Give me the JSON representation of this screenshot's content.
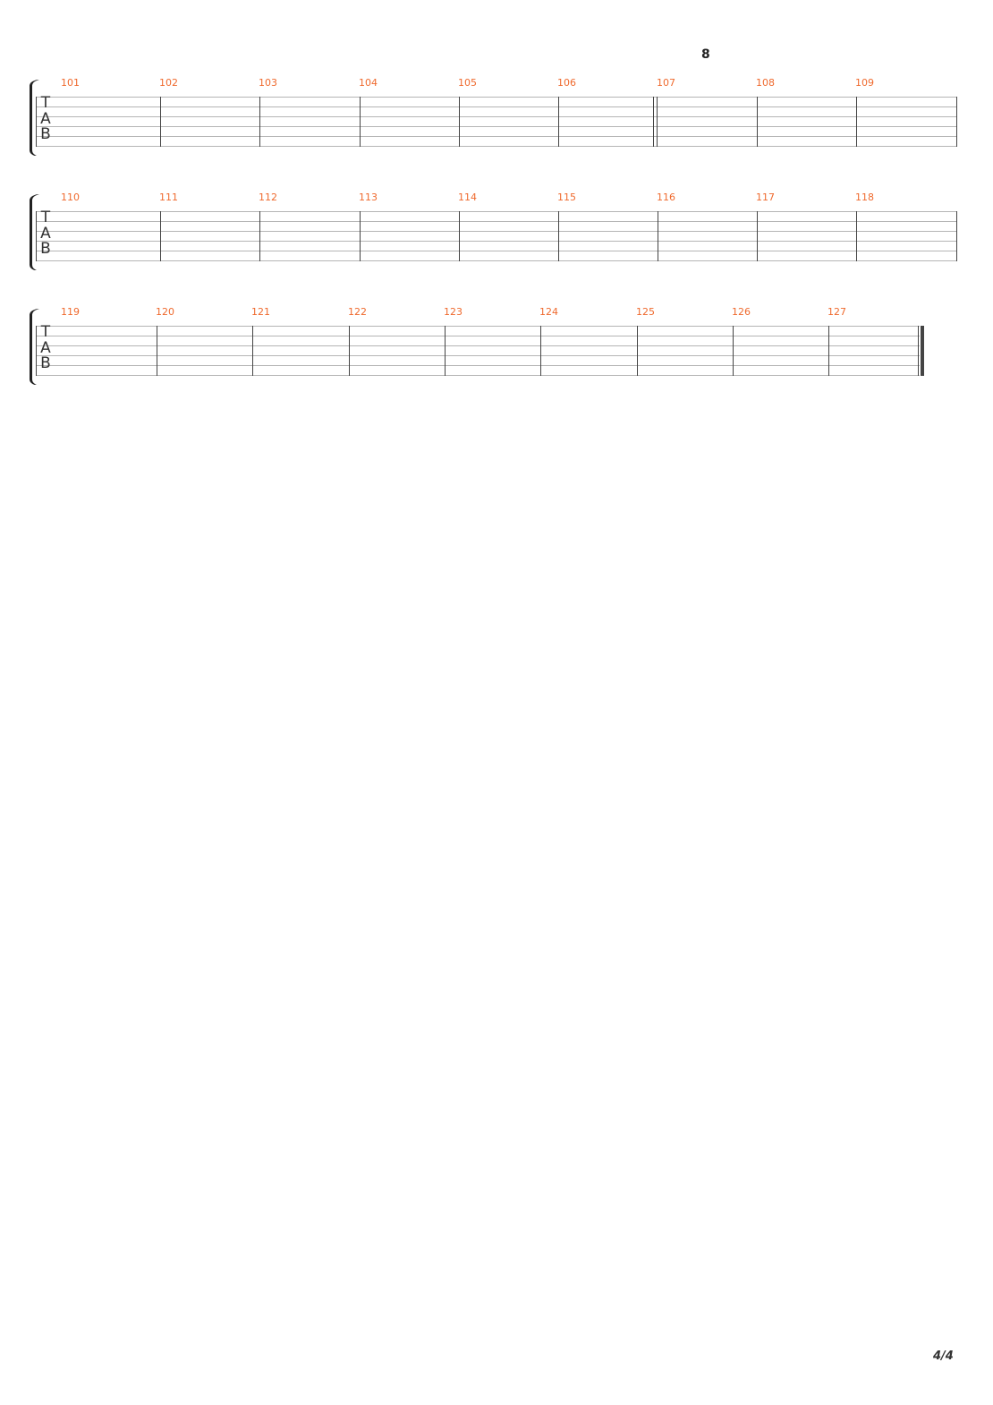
{
  "section_marker": "8",
  "tab_clef": {
    "t": "T",
    "a": "A",
    "b": "B"
  },
  "systems": [
    {
      "measures": [
        "101",
        "102",
        "103",
        "104",
        "105",
        "106",
        "107",
        "108",
        "109"
      ],
      "repeat_start_index": 6,
      "final": false
    },
    {
      "measures": [
        "110",
        "111",
        "112",
        "113",
        "114",
        "115",
        "116",
        "117",
        "118"
      ],
      "repeat_start_index": -1,
      "final": false
    },
    {
      "measures": [
        "119",
        "120",
        "121",
        "122",
        "123",
        "124",
        "125",
        "126",
        "127"
      ],
      "repeat_start_index": -1,
      "final": true
    }
  ],
  "colors": {
    "measure_number": "#ef6a2e",
    "staff_line": "#b5b5b5",
    "barline": "#444444",
    "bracket": "#222222"
  },
  "page_number": "4/4"
}
